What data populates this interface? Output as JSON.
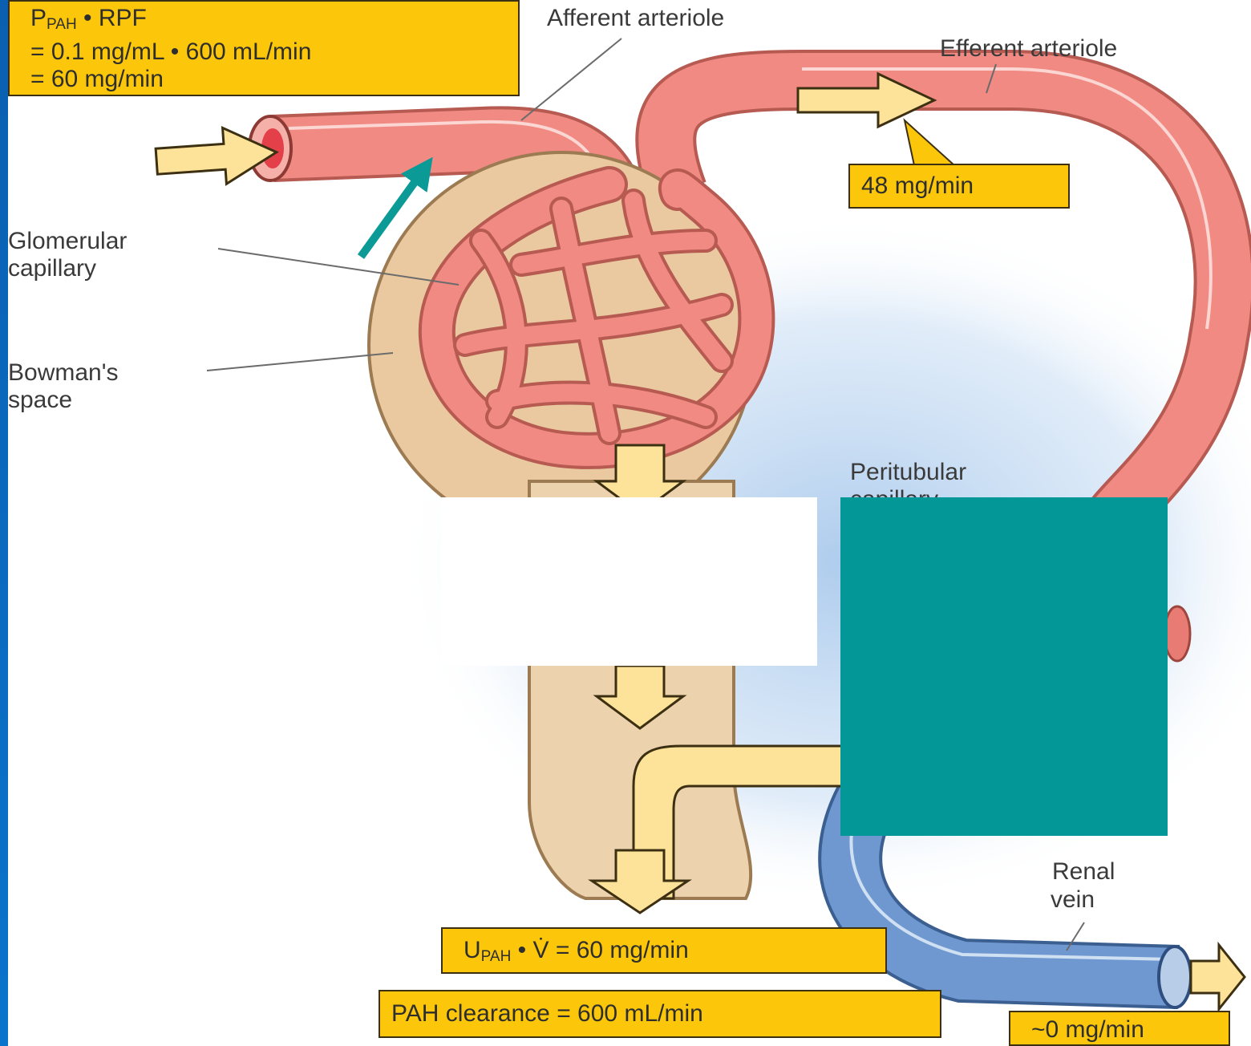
{
  "labels": {
    "afferent": "Afferent arteriole",
    "efferent": "Efferent arteriole",
    "glomerular_1": "Glomerular",
    "glomerular_2": "capillary",
    "bowmans_1": "Bowman's",
    "bowmans_2": "space",
    "peritubular_1": "Peritubular",
    "peritubular_2": "capillary",
    "renal_vein_1": "Renal",
    "renal_vein_2": "vein"
  },
  "boxes": {
    "rpf": {
      "p": "P",
      "p_sub": "PAH",
      "rest": " • RPF",
      "line2": "= 0.1 mg/mL • 600 mL/min",
      "line3": "= 60 mg/min"
    },
    "efferent_amount": "48 mg/min",
    "urine": {
      "u": "U",
      "u_sub": "PAH",
      "rest": " • V̇ = 60 mg/min"
    },
    "clearance": "PAH clearance = 600 mL/min",
    "vein_amount": "~0 mg/min"
  },
  "colors": {
    "vessel": "#f08a82",
    "bowmans": "#eac9a0",
    "tubule": "#ecd3ae",
    "flow_arrow": "#fde29a",
    "vein": "#6f98d0",
    "label_box": "#fcc70a",
    "pointer_arrow": "#0b9a96",
    "overlay_teal": "#039797",
    "left_bar": "#0a6ac0"
  }
}
